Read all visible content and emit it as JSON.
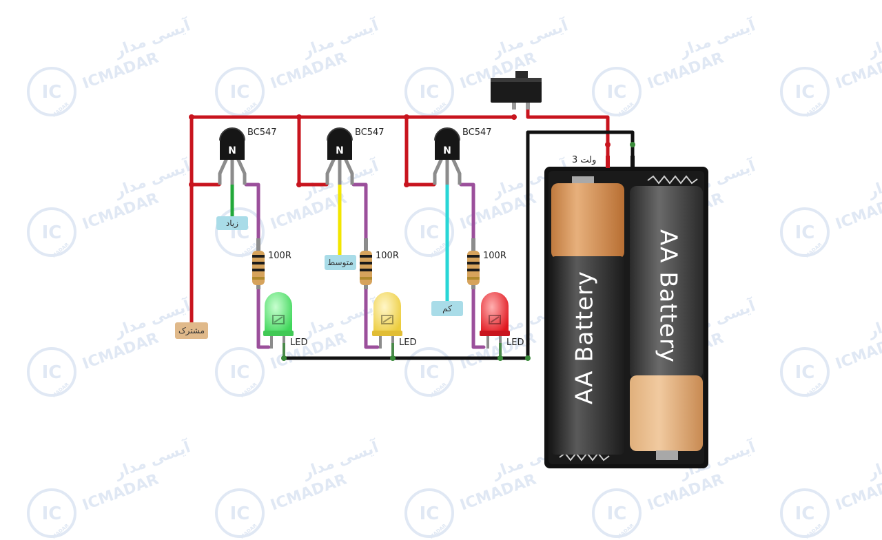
{
  "watermark": {
    "brand_latin": "ICMADAR",
    "brand_persian": "آیسی مدار",
    "logo_letters": "IC",
    "logo_sub": "MADAR"
  },
  "components": {
    "transistors": [
      {
        "label": "BC547",
        "symbol": "N"
      },
      {
        "label": "BC547",
        "symbol": "N"
      },
      {
        "label": "BC547",
        "symbol": "N"
      }
    ],
    "resistors": [
      {
        "label": "100R"
      },
      {
        "label": "100R"
      },
      {
        "label": "100R"
      }
    ],
    "leds": [
      {
        "label": "LED",
        "color": "green"
      },
      {
        "label": "LED",
        "color": "yellow"
      },
      {
        "label": "LED",
        "color": "red"
      }
    ],
    "probe_tags": {
      "high": "زیاد",
      "medium": "متوسط",
      "low": "کم",
      "common": "مشترک"
    },
    "battery_voltage": "3 ولت",
    "battery_cells": [
      {
        "label": "AA Battery"
      },
      {
        "label": "AA Battery"
      }
    ]
  },
  "colors": {
    "wire_red": "#c8141e",
    "wire_black": "#111111",
    "wire_purple": "#9b4f9b",
    "wire_green": "#22a83a",
    "wire_yellow": "#f2e600",
    "wire_cyan": "#28d6d6",
    "tag_blue": "#a9dce8",
    "tag_tan": "#e0b98a",
    "led_green": "#6fe87a",
    "led_yellow": "#f6e27a",
    "led_red": "#f0343a",
    "watermark": "#dde6f3"
  }
}
